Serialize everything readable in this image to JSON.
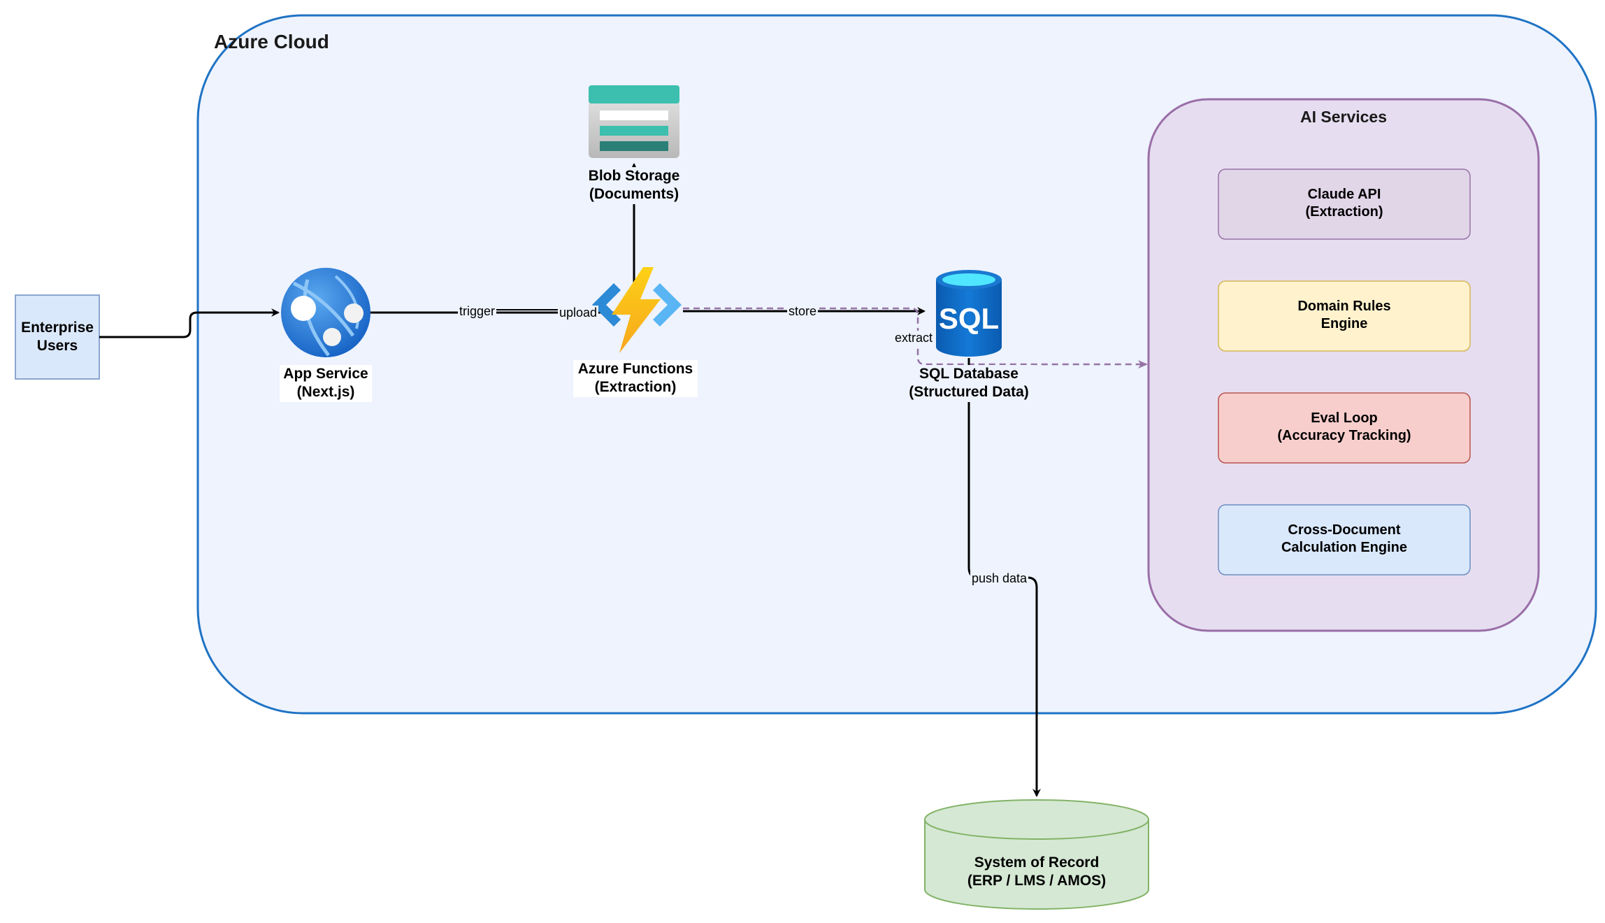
{
  "azure_cloud": {
    "title": "Azure Cloud"
  },
  "ai_services": {
    "title": "AI Services"
  },
  "nodes": {
    "users": {
      "line1": "Enterprise",
      "line2": "Users"
    },
    "app_service": {
      "line1": "App Service",
      "line2": "(Next.js)"
    },
    "functions": {
      "line1": "Azure Functions",
      "line2": "(Extraction)"
    },
    "blob": {
      "line1": "Blob Storage",
      "line2": "(Documents)"
    },
    "sql": {
      "line1": "SQL Database",
      "line2": "(Structured Data)",
      "icon_text": "SQL"
    },
    "claude": {
      "line1": "Claude API",
      "line2": "(Extraction)"
    },
    "rules": {
      "line1": "Domain Rules",
      "line2": "Engine"
    },
    "eval": {
      "line1": "Eval Loop",
      "line2": "(Accuracy Tracking)"
    },
    "cross": {
      "line1": "Cross-Document",
      "line2": "Calculation Engine"
    },
    "sor": {
      "line1": "System of Record",
      "line2": "(ERP / LMS / AMOS)"
    }
  },
  "edges": {
    "trigger": "trigger",
    "upload": "upload",
    "store": "store",
    "extract": "extract",
    "push": "push data"
  },
  "colors": {
    "cloud_border": "#1f73c4",
    "cloud_fill": "#eef3fd",
    "ai_border": "#9a6ea8",
    "ai_fill": "#e6def0",
    "claude_fill": "#e1d5e8",
    "claude_border": "#9673a6",
    "rules_fill": "#fff2cc",
    "rules_border": "#d6b656",
    "eval_fill": "#f8cecc",
    "eval_border": "#b85450",
    "cross_fill": "#dae8fc",
    "cross_border": "#6c8ebf",
    "sor_fill": "#d5e8d4",
    "sor_border": "#82b366",
    "dashed": "#9673a6"
  }
}
